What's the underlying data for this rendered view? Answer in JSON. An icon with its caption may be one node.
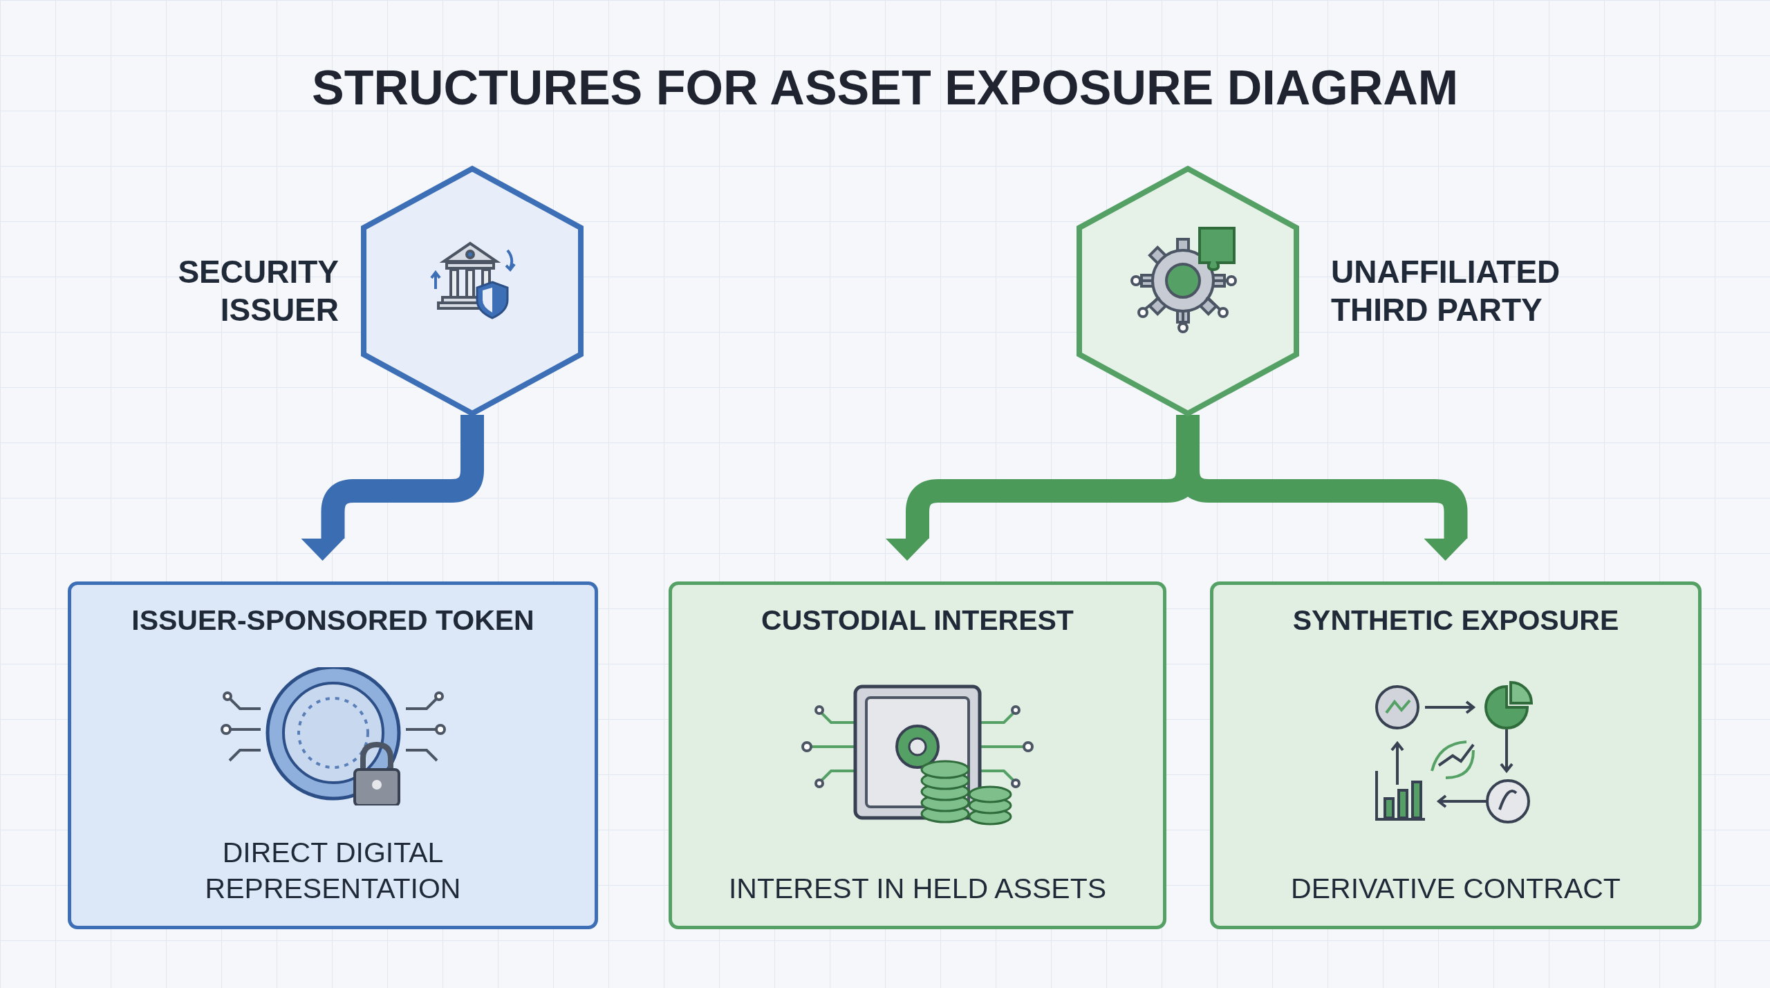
{
  "diagram": {
    "title": "STRUCTURES FOR ASSET EXPOSURE DIAGRAM",
    "nodes": [
      {
        "text": [
          "SECURITY ISSUER"
        ]
      },
      {
        "text": [
          "UNAFFILIATED THIRD PARTY"
        ]
      },
      {
        "text": [
          "ISSUER-SPONSORED TOKEN",
          "DIRECT DIGITAL REPRESENTATION"
        ]
      },
      {
        "text": [
          "CUSTODIAL INTEREST",
          "INTEREST IN HELD ASSETS"
        ]
      },
      {
        "text": [
          "SYNTHETIC EXPOSURE",
          "DERIVATIVE CONTRACT"
        ]
      }
    ],
    "edges": [
      {
        "from": 0,
        "to": 2,
        "arrow": "to",
        "color": "#3b6db3"
      },
      {
        "from": 1,
        "to": 3,
        "arrow": "to"
      },
      {
        "from": 1,
        "to": 4,
        "arrow": "to"
      }
    ]
  }
}
